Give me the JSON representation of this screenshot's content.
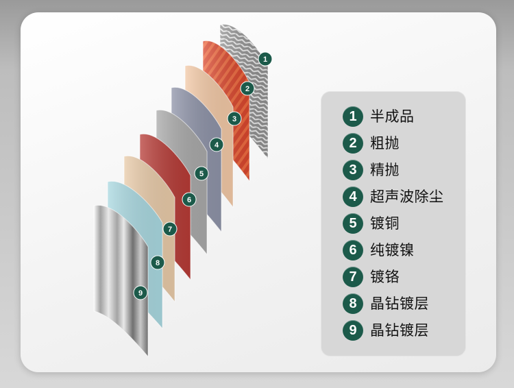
{
  "colors": {
    "badge": "#1c5a4a",
    "legend_panel": "#d7d7d7",
    "card": "#f3f3f3"
  },
  "layers": [
    {
      "number": "1",
      "color": "#8c8c8c",
      "pattern": "herringbone-pattern"
    },
    {
      "number": "2",
      "color": "#d8472c",
      "pattern": "diagonal-stripe-pattern"
    },
    {
      "number": "3",
      "color": "#f2c8a5",
      "pattern": "solid"
    },
    {
      "number": "4",
      "color": "#8e93a8",
      "pattern": "solid"
    },
    {
      "number": "5",
      "color": "#a9a9a9",
      "pattern": "solid"
    },
    {
      "number": "6",
      "color": "#b63b36",
      "pattern": "solid"
    },
    {
      "number": "7",
      "color": "#e8caa8",
      "pattern": "solid"
    },
    {
      "number": "8",
      "color": "#a9d8e0",
      "pattern": "solid"
    },
    {
      "number": "9",
      "color": "#c8c8c8",
      "pattern": "chrome-gradient"
    }
  ],
  "legend": {
    "items": [
      {
        "number": "1",
        "label": "半成品"
      },
      {
        "number": "2",
        "label": "粗抛"
      },
      {
        "number": "3",
        "label": "精抛"
      },
      {
        "number": "4",
        "label": "超声波除尘"
      },
      {
        "number": "5",
        "label": "镀铜"
      },
      {
        "number": "6",
        "label": "纯镀镍"
      },
      {
        "number": "7",
        "label": "镀铬"
      },
      {
        "number": "8",
        "label": "晶钻镀层"
      },
      {
        "number": "9",
        "label": "晶钻镀层"
      }
    ]
  }
}
